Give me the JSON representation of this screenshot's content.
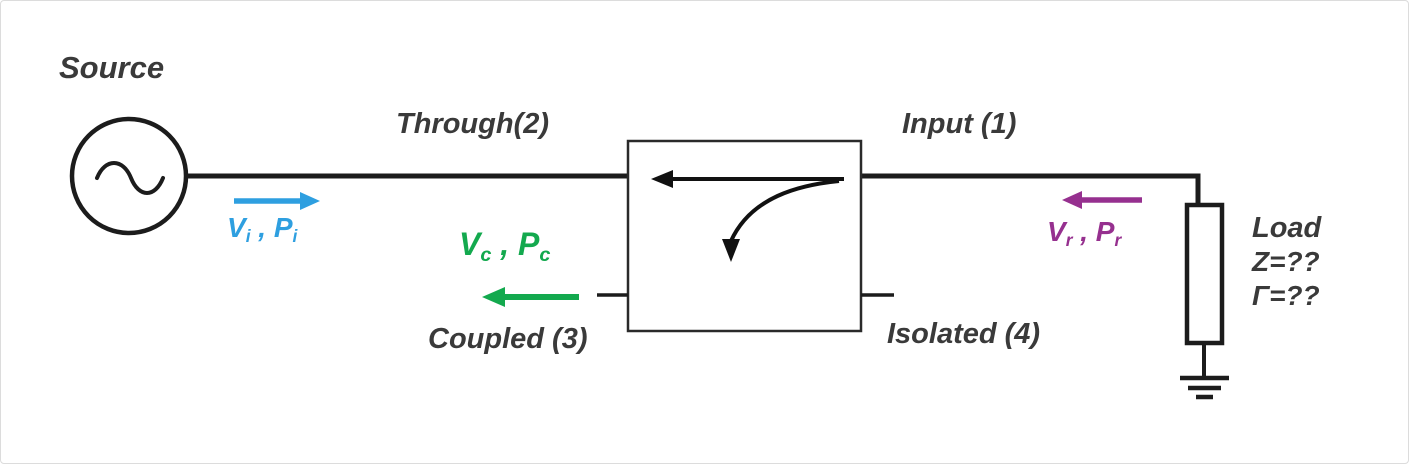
{
  "title": "Directional coupler diagram",
  "labels": {
    "source": "Source",
    "through": "Through(2)",
    "input": "Input (1)",
    "coupled_port": "Coupled (3)",
    "isolated_port": "Isolated (4)",
    "load": "Load",
    "load_impedance": "Z=??",
    "load_reflection": "Γ=??"
  },
  "waves": {
    "incident": {
      "v": "V",
      "v_sub": "i",
      "sep": " , ",
      "p": "P",
      "p_sub": "i",
      "color": "#2e9fe0",
      "direction": "right"
    },
    "reflected": {
      "v": "V",
      "v_sub": "r",
      "sep": " , ",
      "p": "P",
      "p_sub": "r",
      "color": "#96308f",
      "direction": "left"
    },
    "coupled": {
      "v": "V",
      "v_sub": "c",
      "sep": " , ",
      "p": "P",
      "p_sub": "c",
      "color": "#13a94e",
      "direction": "left"
    }
  },
  "colors": {
    "line": "#1c1c1c",
    "text": "#3a3a3a",
    "background": "#ffffff",
    "border": "#dcdcdc"
  }
}
